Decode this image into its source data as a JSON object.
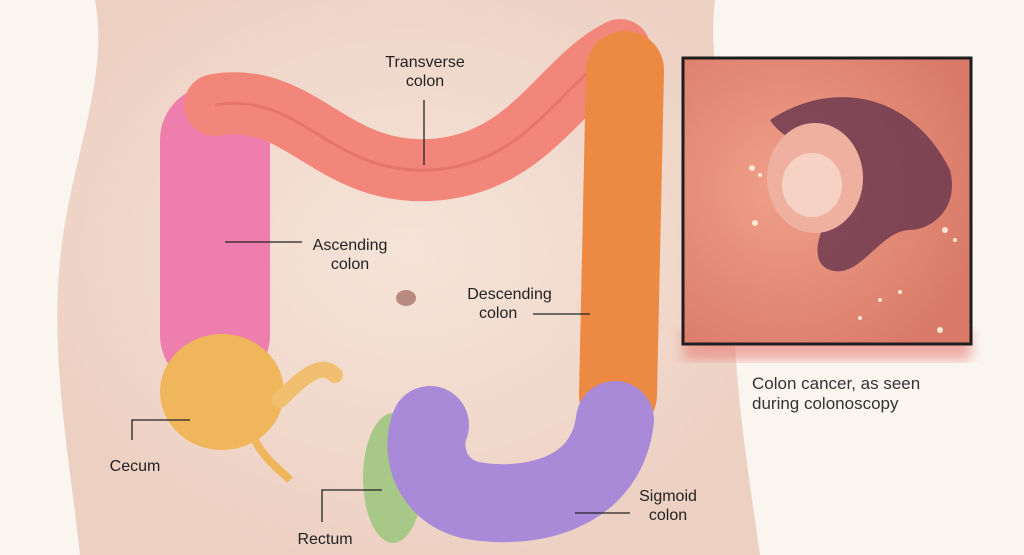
{
  "labels": {
    "transverse": [
      "Transverse",
      "colon"
    ],
    "ascending": [
      "Ascending",
      "colon"
    ],
    "descending": [
      "Descending",
      "colon"
    ],
    "cecum": "Cecum",
    "rectum": "Rectum",
    "sigmoid": [
      "Sigmoid",
      "colon"
    ]
  },
  "inset_caption": [
    "Colon cancer, as seen",
    "during colonoscopy"
  ],
  "colors": {
    "transverse": "#f3867a",
    "ascending": "#ee7eae",
    "cecum": "#f0b65c",
    "descending": "#ec8942",
    "sigmoid": "#a98ad8",
    "rectum": "#a8c888"
  }
}
